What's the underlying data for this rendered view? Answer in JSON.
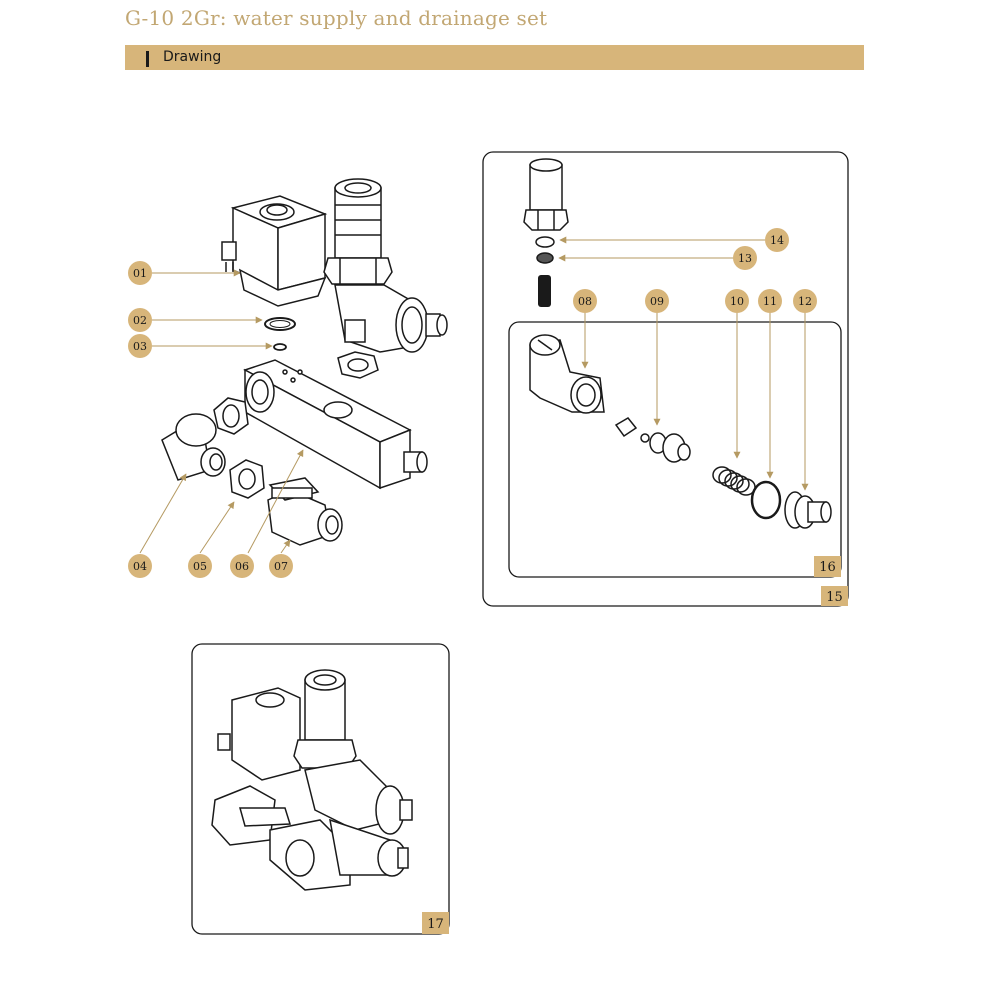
{
  "header": {
    "title": "G-10 2Gr: water supply and drainage set",
    "section_label": "Drawing"
  },
  "colors": {
    "accent": "#d7b57a",
    "title": "#c2a773",
    "line": "#1a1a1a",
    "leader": "#b59a62"
  },
  "callouts": {
    "p01": "01",
    "p02": "02",
    "p03": "03",
    "p04": "04",
    "p05": "05",
    "p06": "06",
    "p07": "07",
    "p08": "08",
    "p09": "09",
    "p10": "10",
    "p11": "11",
    "p12": "12",
    "p13": "13",
    "p14": "14"
  },
  "panels": {
    "p15": "15",
    "p16": "16",
    "p17": "17"
  }
}
